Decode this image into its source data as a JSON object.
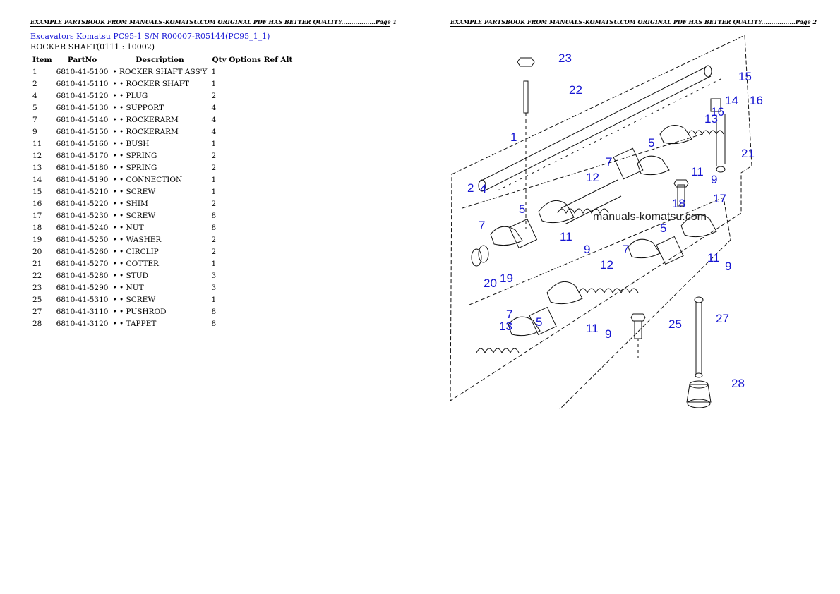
{
  "pages": [
    {
      "header": "EXAMPLE PARTSBOOK FROM MANUALS-KOMATSU.COM ORIGINAL PDF HAS BETTER QUALITY.................Page 1"
    },
    {
      "header": "EXAMPLE PARTSBOOK FROM MANUALS-KOMATSU.COM ORIGINAL PDF HAS BETTER QUALITY.................Page 2"
    }
  ],
  "breadcrumb": {
    "link1": "Excavators Komatsu",
    "link2": "PC95-1 S/N R00007-R05144(PC95_1_1)"
  },
  "subtitle": "ROCKER SHAFT(0111 : 10002)",
  "table": {
    "headers": {
      "item": "Item",
      "partno": "PartNo",
      "description": "Description",
      "qty": "Qty",
      "options": "Options",
      "ref": "Ref",
      "alt": "Alt"
    },
    "rows": [
      {
        "item": "1",
        "partno": "6810-41-5100",
        "description": "• ROCKER SHAFT ASS'Y",
        "qty": "1"
      },
      {
        "item": "2",
        "partno": "6810-41-5110",
        "description": "• • ROCKER SHAFT",
        "qty": "1"
      },
      {
        "item": "4",
        "partno": "6810-41-5120",
        "description": "• • PLUG",
        "qty": "2"
      },
      {
        "item": "5",
        "partno": "6810-41-5130",
        "description": "• • SUPPORT",
        "qty": "4"
      },
      {
        "item": "7",
        "partno": "6810-41-5140",
        "description": "• • ROCKERARM",
        "qty": "4"
      },
      {
        "item": "9",
        "partno": "6810-41-5150",
        "description": "• • ROCKERARM",
        "qty": "4"
      },
      {
        "item": "11",
        "partno": "6810-41-5160",
        "description": "• • BUSH",
        "qty": "1"
      },
      {
        "item": "12",
        "partno": "6810-41-5170",
        "description": "• • SPRING",
        "qty": "2"
      },
      {
        "item": "13",
        "partno": "6810-41-5180",
        "description": "• • SPRING",
        "qty": "2"
      },
      {
        "item": "14",
        "partno": "6810-41-5190",
        "description": "• • CONNECTION",
        "qty": "1"
      },
      {
        "item": "15",
        "partno": "6810-41-5210",
        "description": "• • SCREW",
        "qty": "1"
      },
      {
        "item": "16",
        "partno": "6810-41-5220",
        "description": "• • SHIM",
        "qty": "2"
      },
      {
        "item": "17",
        "partno": "6810-41-5230",
        "description": "• • SCREW",
        "qty": "8"
      },
      {
        "item": "18",
        "partno": "6810-41-5240",
        "description": "• • NUT",
        "qty": "8"
      },
      {
        "item": "19",
        "partno": "6810-41-5250",
        "description": "• • WASHER",
        "qty": "2"
      },
      {
        "item": "20",
        "partno": "6810-41-5260",
        "description": "• • CIRCLIP",
        "qty": "2"
      },
      {
        "item": "21",
        "partno": "6810-41-5270",
        "description": "• • COTTER",
        "qty": "1"
      },
      {
        "item": "22",
        "partno": "6810-41-5280",
        "description": "• • STUD",
        "qty": "3"
      },
      {
        "item": "23",
        "partno": "6810-41-5290",
        "description": "• • NUT",
        "qty": "3"
      },
      {
        "item": "25",
        "partno": "6810-41-5310",
        "description": "• • SCREW",
        "qty": "1"
      },
      {
        "item": "27",
        "partno": "6810-41-3110",
        "description": "• • PUSHROD",
        "qty": "8"
      },
      {
        "item": "28",
        "partno": "6810-41-3120",
        "description": "• • TAPPET",
        "qty": "8"
      }
    ]
  },
  "diagram": {
    "watermark": "manuals-komatsu.com",
    "callouts": [
      "23",
      "22",
      "15",
      "14",
      "16",
      "1",
      "13",
      "16",
      "5",
      "7",
      "12",
      "21",
      "11",
      "9",
      "2",
      "4",
      "18",
      "17",
      "5",
      "7",
      "11",
      "9",
      "5",
      "7",
      "12",
      "11",
      "9",
      "19",
      "20",
      "7",
      "5",
      "13",
      "11",
      "9",
      "25",
      "27",
      "28"
    ]
  }
}
